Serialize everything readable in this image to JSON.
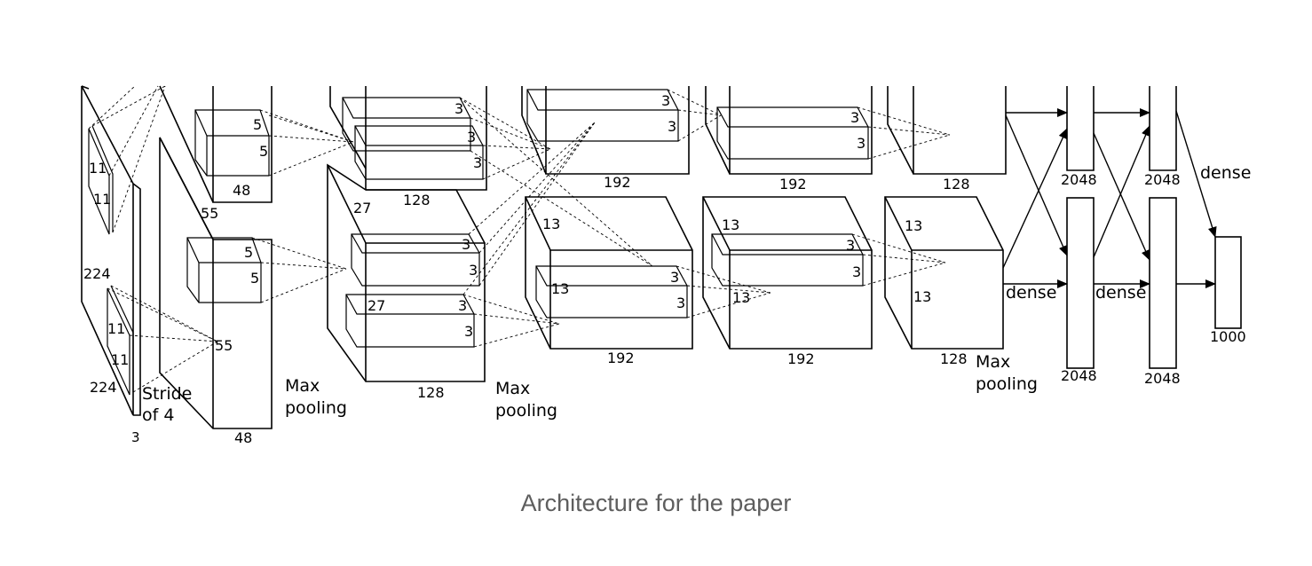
{
  "caption": "Architecture for the paper",
  "labels": {
    "input": {
      "size_a": "224",
      "size_b": "224",
      "depth": "3",
      "kernel_h_top": "11",
      "kernel_w_top": "11",
      "kernel_h_bottom": "11",
      "kernel_w_bottom": "11",
      "stride_line1": "Stride",
      "stride_line2": "of 4"
    },
    "conv1": {
      "size": "55",
      "size_bottom": "55",
      "depth_top": "48",
      "depth_bottom": "48",
      "kernel_top_h": "5",
      "kernel_top_w": "5",
      "kernel_bottom_h": "5",
      "kernel_bottom_w": "5",
      "pool_line1": "Max",
      "pool_line2": "pooling"
    },
    "conv2": {
      "size": "27",
      "size_inner": "27",
      "depth_top": "128",
      "depth_bottom": "128",
      "k1": "3",
      "k2": "3",
      "k3": "3",
      "k4": "3",
      "k5": "3",
      "k6": "3",
      "k7": "3",
      "pool_line1": "Max",
      "pool_line2": "pooling"
    },
    "conv3": {
      "size": "13",
      "size_inner": "13",
      "depth_top": "192",
      "depth_bottom": "192",
      "k1": "3",
      "k2": "3",
      "k3": "3",
      "k4": "3"
    },
    "conv4": {
      "size": "13",
      "size_inner": "13",
      "depth_top": "192",
      "depth_bottom": "192",
      "k1": "3",
      "k2": "3",
      "k3": "3",
      "k4": "3"
    },
    "conv5": {
      "size": "13",
      "size_inner": "13",
      "depth_top": "128",
      "depth_bottom": "128",
      "pool_line1": "Max",
      "pool_line2": "pooling"
    },
    "fc": {
      "fc6_top": "2048",
      "fc6_bottom": "2048",
      "fc7_top": "2048",
      "fc7_bottom": "2048",
      "fc8": "1000",
      "dense_1": "dense",
      "dense_2": "dense",
      "dense_3": "dense"
    }
  }
}
